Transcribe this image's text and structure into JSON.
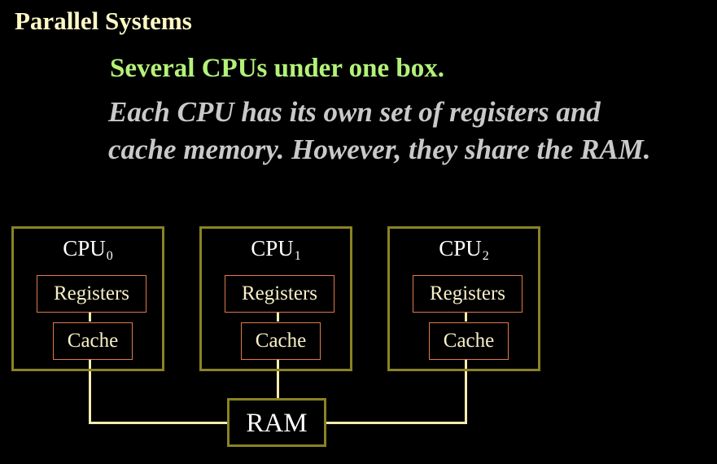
{
  "slide": {
    "title": "Parallel Systems",
    "subtitle": "Several CPUs under one box.",
    "description_line1": "Each CPU has its own set of registers and",
    "description_line2": "cache memory.  However, they share the RAM."
  },
  "diagram": {
    "cpus": [
      {
        "name": "CPU",
        "index": "0",
        "registers": "Registers",
        "cache": "Cache"
      },
      {
        "name": "CPU",
        "index": "1",
        "registers": "Registers",
        "cache": "Cache"
      },
      {
        "name": "CPU",
        "index": "2",
        "registers": "Registers",
        "cache": "Cache"
      }
    ],
    "ram_label": "RAM"
  },
  "colors": {
    "background": "#000000",
    "title": "#FFF9C4",
    "subtitle": "#B3F27A",
    "description": "#C9C9C9",
    "box_border": "#8A8322",
    "inner_border": "#E07A4A",
    "connector": "#F3EBB0"
  }
}
